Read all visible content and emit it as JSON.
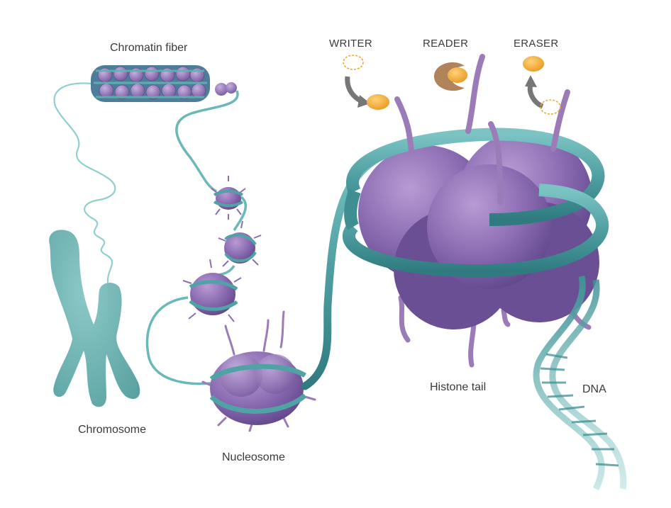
{
  "labels": {
    "chromatin_fiber": "Chromatin fiber",
    "writer": "WRITER",
    "reader": "READER",
    "eraser": "ERASER",
    "chromosome": "Chromosome",
    "nucleosome": "Nucleosome",
    "histone_tail": "Histone tail",
    "dna": "DNA"
  },
  "colors": {
    "dna_teal": "#4fa3a5",
    "dna_light": "#8fd0cf",
    "histone_purple": "#7f62a8",
    "histone_light": "#a88bc7",
    "tail_purple": "#9b7bb8",
    "modifier_orange": "#f0a830",
    "reader_brown": "#b0835a",
    "chromosome_teal": "#6fb3b2",
    "arrow_gray": "#707070"
  }
}
